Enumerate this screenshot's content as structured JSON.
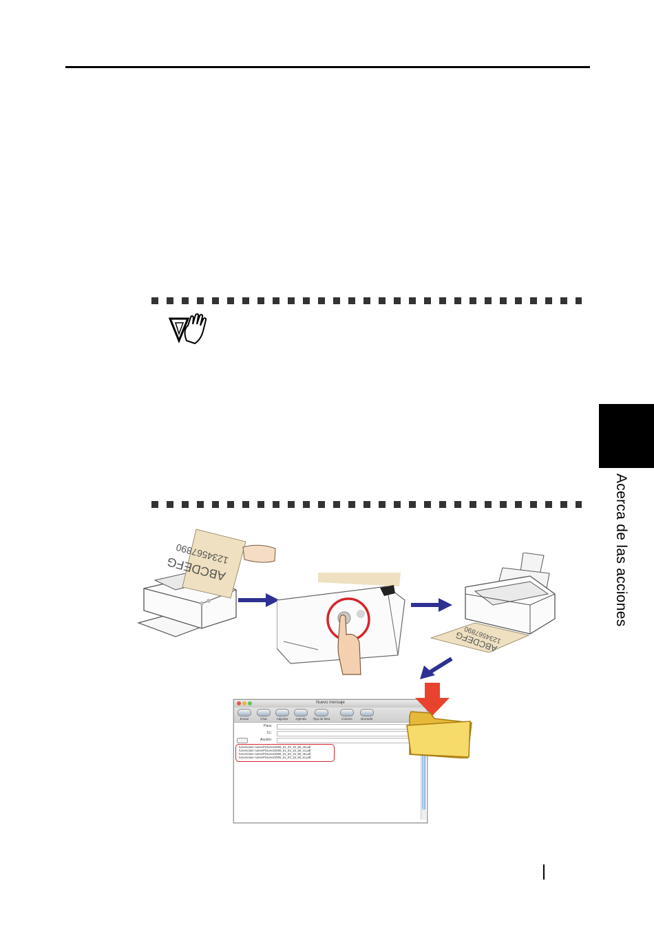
{
  "sidebar": {
    "chapter_title": "Acerca de las acciones"
  },
  "mail_window": {
    "title": "Nuevo mensaje",
    "toolbar": [
      "Enviar",
      "Chat",
      "Adjuntar",
      "Agenda",
      "Tipo de letra",
      "Colores",
      "Borrador"
    ],
    "fields": {
      "to_label": "Para:",
      "cc_label": "Cc:",
      "subject_label": "Asunto:"
    },
    "attachments": [
      "/Users/user name/Pictures/2006_01_03_15_58_40.pdf",
      "/Users/user name/Pictures/2006_01_03_15_58_41.pdf",
      "/Users/user name/Pictures/2006_01_03_15_58_45.pdf",
      "/Users/user name/Pictures/2006_01_03_15_58_51.pdf"
    ]
  },
  "illustrations": {
    "paper_text_line1": "1234567890",
    "paper_text_line2": "ABCDEFG"
  },
  "colors": {
    "arrow": "#2e3192",
    "highlight": "#d6242b",
    "paper": "#eee0c0",
    "folder": "#f4d35a"
  }
}
